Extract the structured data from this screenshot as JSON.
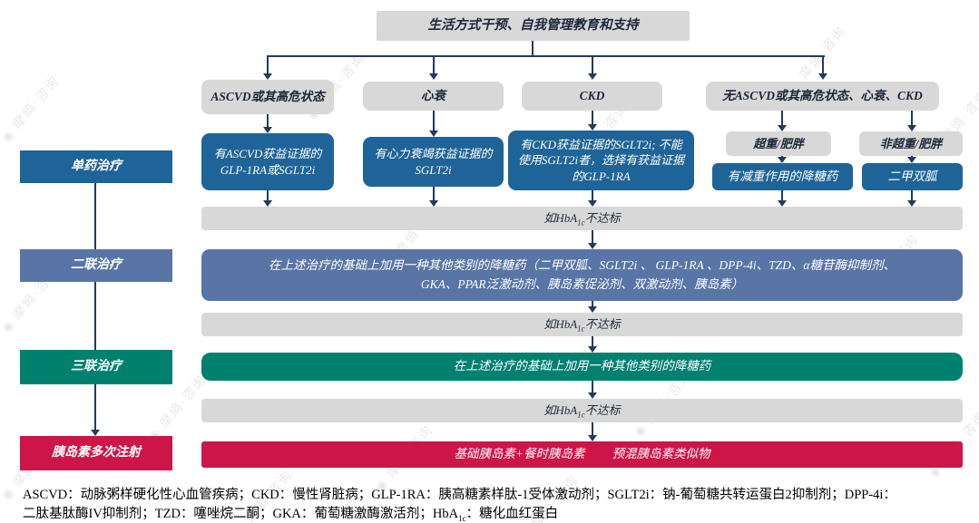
{
  "watermark": {
    "logo_glyph": "◉",
    "text": "摩熵·咨询"
  },
  "palette": {
    "line_navy": "#1F3C64",
    "mono_blue": "#1F6498",
    "dual_slate": "#5875A6",
    "triple_teal": "#00806F",
    "insulin_red": "#CE1548",
    "neutral_gray": "#D8D8D8"
  },
  "flow": {
    "lifestyle": "生活方式干预、自我管理教育和支持",
    "conditions": [
      "ASCVD或其高危状态",
      "心衰",
      "CKD",
      "无ASCVD或其高危状态、心衰、CKD"
    ],
    "weight_branches": [
      "超重/肥胖",
      "非超重/肥胖"
    ],
    "monotherapy_options": [
      "有ASCVD获益证据的GLP-1RA或SGLT2i",
      "有心力衰竭获益证据的SGLT2i",
      "有CKD获益证据的SGLT2i; 不能使用SGLT2i者，选择有获益证据的GLP-1RA",
      "有减重作用的降糖药",
      "二甲双胍"
    ],
    "stages": [
      "单药治疗",
      "二联治疗",
      "三联治疗",
      "胰岛素多次注射"
    ],
    "hba_not_met": {
      "pre": "如HbA",
      "sub": "1c",
      "post": "不达标"
    },
    "dual_therapy_line1": "在上述治疗的基础上加用一种其他类别的降糖药（二甲双胍、SGLT2i 、 GLP-1RA 、DPP-4i、TZD、α糖苷酶抑制剂、",
    "dual_therapy_line2": "GKA、PPAR泛激动剂、胰岛素促泌剂、双激动剂、胰岛素）",
    "triple_therapy": "在上述治疗的基础上加用一种其他类别的降糖药",
    "insulin_options": [
      "基础胰岛素+餐时胰岛素",
      "预混胰岛素类似物"
    ]
  },
  "footnote": {
    "line1": "ASCVD：动脉粥样硬化性心血管疾病；CKD：慢性肾脏病；GLP-1RA：胰高糖素样肽-1受体激动剂；SGLT2i：钠-葡萄糖共转运蛋白2抑制剂；DPP-4i：",
    "line2_pre": "二肽基肽酶IV抑制剂；TZD：噻唑烷二酮；GKA：葡萄糖激酶激活剂；HbA",
    "line2_sub": "1c",
    "line2_post": "：糖化血红蛋白"
  }
}
